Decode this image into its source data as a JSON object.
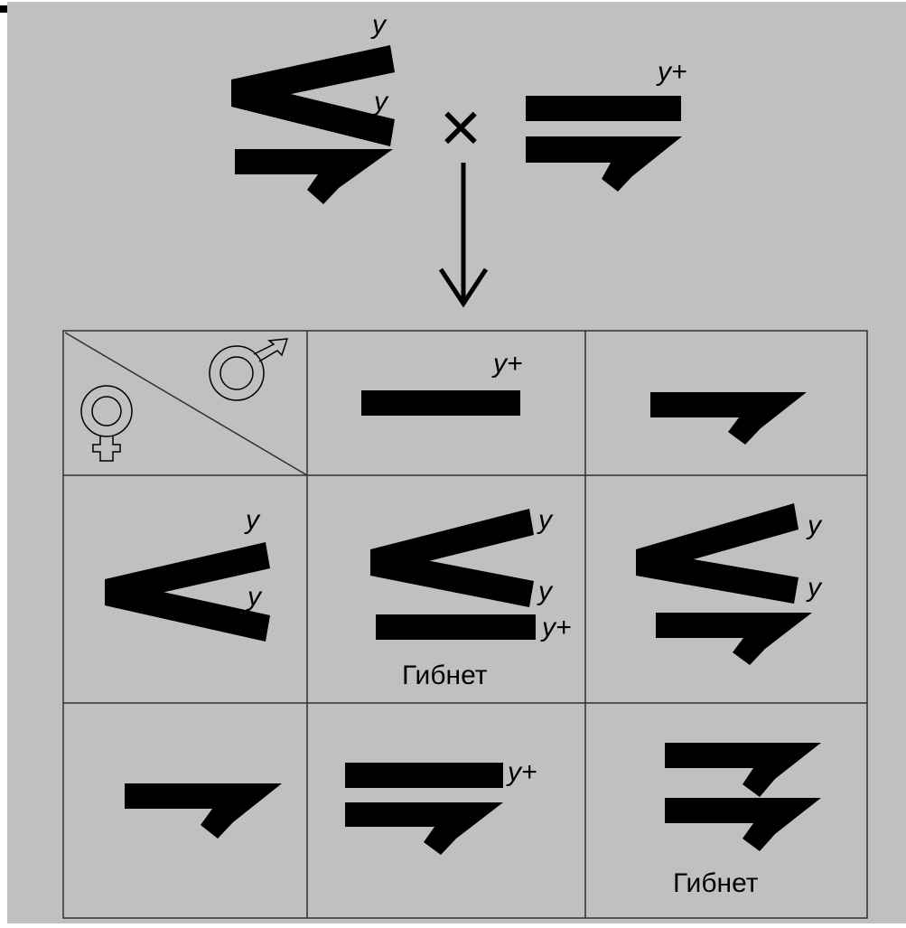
{
  "colors": {
    "background": "#c0c0c0",
    "ink": "#000000",
    "page_edge": "#ffffff"
  },
  "parents": {
    "female": {
      "genotype_desc": "X(y) X(y) / X-inversion",
      "labels": [
        "y",
        "y"
      ]
    },
    "cross_symbol": "×",
    "male": {
      "labels": [
        "y+"
      ]
    }
  },
  "grid": {
    "corner_icons": [
      "female-symbol-icon",
      "male-symbol-icon"
    ],
    "header_col1_label": "y+",
    "row1_header_labels": [
      "y",
      "y"
    ],
    "cell_r1c1": {
      "labels": [
        "y",
        "y",
        "y+"
      ],
      "result": "Гибнет"
    },
    "cell_r1c2": {
      "labels": [
        "y",
        "y"
      ]
    },
    "cell_r2c1": {
      "labels": [
        "y+"
      ]
    },
    "cell_r2c2": {
      "result": "Гибнет"
    }
  }
}
